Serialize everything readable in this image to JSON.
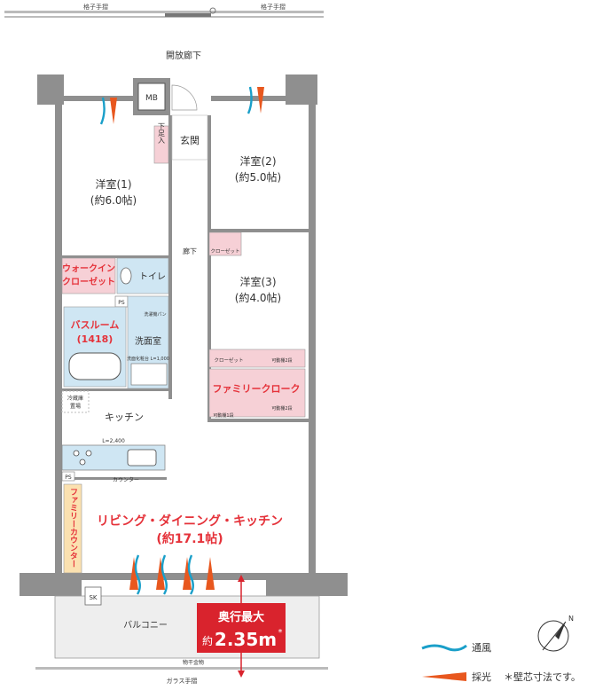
{
  "labels": {
    "railing_top_left": "格子手摺",
    "railing_top_right": "格子手摺",
    "open_corridor": "開放廊下",
    "mb": "MB",
    "genkan": "玄関",
    "getabako": "下足入",
    "room1_name": "洋室(1)",
    "room1_size": "(約6.0帖)",
    "room2_name": "洋室(2)",
    "room2_size": "(約5.0帖)",
    "room3_name": "洋室(3)",
    "room3_size": "(約4.0帖)",
    "hallway": "廊下",
    "closet2": "クローゼット",
    "wic_line1": "ウォークイン",
    "wic_line2": "クローゼット",
    "toilet": "トイレ",
    "ps1": "PS",
    "ps2": "PS",
    "bathroom_line1": "バスルーム",
    "bathroom_line2": "(1418)",
    "washroom": "洗面室",
    "washstand": "洗面化粧台 L=1,000",
    "washer_note": "洗濯機パン",
    "closet3": "クローゼット",
    "movable_shelf_1": "可動棚2段",
    "family_cloak": "ファミリークローク",
    "movable_shelf_2": "可動棚2段",
    "movable_shelf_3": "可動棚1段",
    "fridge_line1": "冷蔵庫",
    "fridge_line2": "置場",
    "kitchen": "キッチン",
    "kitchen_length": "L=2,400",
    "counter": "カウンター",
    "family_counter": "ファミリーカウンター",
    "ldk_name": "リビング・ダイニング・キッチン",
    "ldk_size": "(約17.1帖)",
    "sk": "SK",
    "balcony": "バルコニー",
    "drying_hardware": "物干金物",
    "glass_railing": "ガラス手摺",
    "depth_title": "奥行最大",
    "depth_prefix": "約",
    "depth_value": "2.35m",
    "depth_mark": "*"
  },
  "legend": {
    "ventilation": "通風",
    "daylight": "採光",
    "note": "＊壁芯寸法です。",
    "compass_letter": "N"
  },
  "colors": {
    "wall": "#8f8f8f",
    "wall_dark": "#6d6d6d",
    "floor": "#ffffff",
    "wet_area": "#cfe6f3",
    "pink_area": "#f6d0d6",
    "red_text": "#e5323a",
    "red_box": "#d9232d",
    "counter_yellow": "#fbe1b0",
    "balcony_floor": "#eeeeee",
    "wind": "#1a9fc9",
    "light": "#e8571e"
  }
}
